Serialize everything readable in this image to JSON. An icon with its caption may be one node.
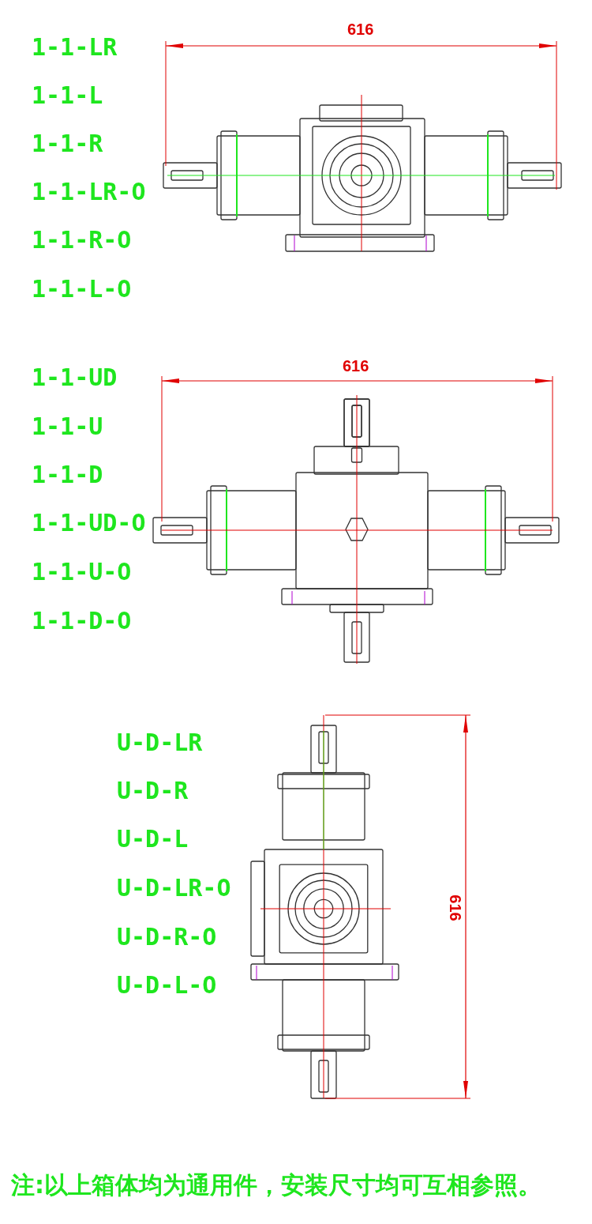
{
  "diagram": {
    "labels": [
      "1-1-LR",
      "1-1-L",
      "1-1-R",
      "1-1-LR-O",
      "1-1-R-O",
      "1-1-L-O",
      "616",
      "1-1-UD",
      "1-1-U",
      "1-1-D",
      "1-1-UD-O",
      "1-1-U-O",
      "1-1-D-O",
      "616",
      "U-D-LR",
      "U-D-R",
      "U-D-L",
      "U-D-LR-O",
      "U-D-R-O",
      "U-D-L-O",
      "616",
      "注:以上箱体均为通用件，安装尺寸均可互相参照。"
    ]
  }
}
